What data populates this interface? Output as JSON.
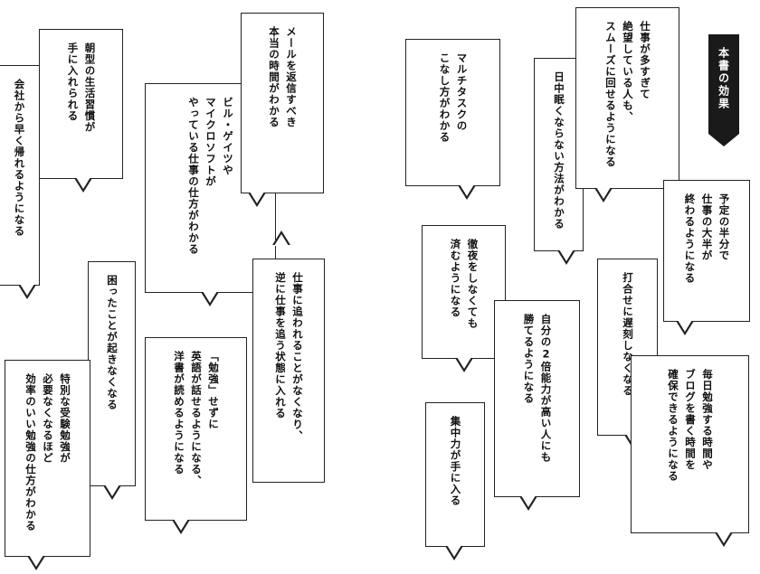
{
  "badge": {
    "label": "本書の効果"
  },
  "bubbles": [
    {
      "id": "b1",
      "text": "会社から早く帰れるようになる"
    },
    {
      "id": "b2",
      "text": "朝型の生活習慣が\n手に入れられる"
    },
    {
      "id": "b3",
      "text": "ビル・ゲイツや\nマイクロソフトが\nやっている仕事の仕方がわかる"
    },
    {
      "id": "b4",
      "text": "メールを返信すべき\n本当の時間がわかる"
    },
    {
      "id": "b5",
      "text": "困ったことが起きなくなる"
    },
    {
      "id": "b6",
      "text": "特別な受験勉強が\n必要なくなるほど\n効率のいい勉強の仕方がわかる"
    },
    {
      "id": "b7",
      "text": "「勉強」せずに\n英語が話せるようになる、\n洋書が読めるようになる"
    },
    {
      "id": "b8",
      "text": "仕事に追われることがなくなり、\n逆に仕事を追う状態に入れる"
    },
    {
      "id": "b9",
      "text": "マルチタスクの\nこなし方がわかる"
    },
    {
      "id": "b10",
      "text": "日中眠くならない方法がわかる"
    },
    {
      "id": "b11",
      "text": "仕事が多すぎて\n絶望している人も、\nスムーズに回せるようになる"
    },
    {
      "id": "b12",
      "text": "予定の半分で\n仕事の大半が\n終わるようになる"
    },
    {
      "id": "b13",
      "text": "徹夜をしなくても\n済むようになる"
    },
    {
      "id": "b14",
      "text": "自分の2倍能力が高い人にも\n勝てるようになる"
    },
    {
      "id": "b15",
      "text": "打合せに遅刻しなくなる"
    },
    {
      "id": "b16",
      "text": "集中力が手に入る"
    },
    {
      "id": "b17",
      "text": "毎日勉強する時間や\nブログを書く時間を\n確保できるようになる"
    }
  ]
}
